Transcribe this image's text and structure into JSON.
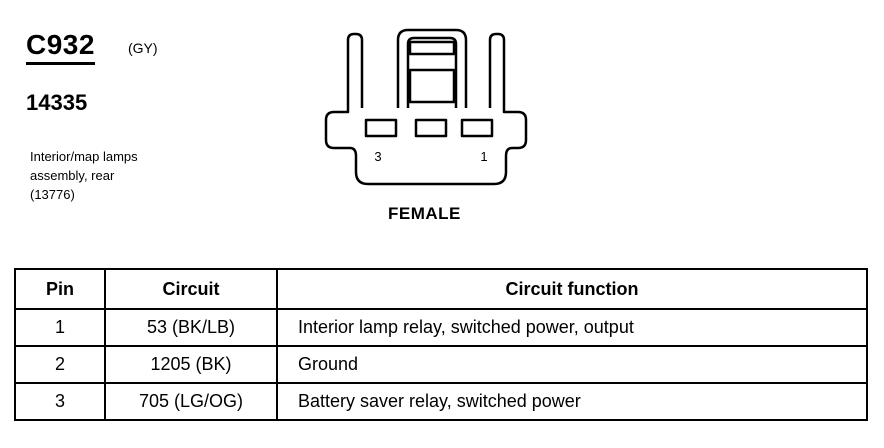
{
  "connector": {
    "id": "C932",
    "color": "(GY)",
    "part_number": "14335",
    "description_lines": [
      "Interior/map lamps",
      "assembly, rear",
      "(13776)"
    ]
  },
  "diagram": {
    "pin_labels": {
      "left": "3",
      "right": "1"
    },
    "gender": "FEMALE"
  },
  "table": {
    "headers": [
      "Pin",
      "Circuit",
      "Circuit function"
    ],
    "rows": [
      {
        "pin": "1",
        "circuit": "53 (BK/LB)",
        "function": "Interior lamp relay, switched power, output"
      },
      {
        "pin": "2",
        "circuit": "1205 (BK)",
        "function": "Ground"
      },
      {
        "pin": "3",
        "circuit": "705 (LG/OG)",
        "function": "Battery saver relay, switched power"
      }
    ]
  }
}
